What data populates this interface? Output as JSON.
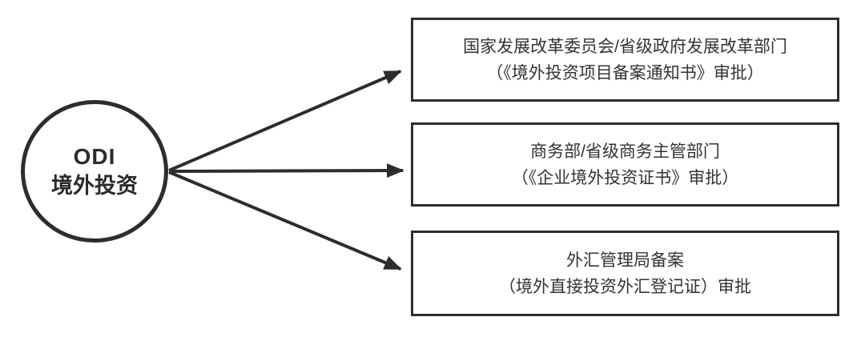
{
  "diagram": {
    "type": "flow-fanout",
    "colors": {
      "stroke": "#2d2d2d",
      "text": "#333333",
      "background": "#ffffff"
    },
    "root": {
      "line1": "ODI",
      "line2": "境外投资"
    },
    "branches": [
      {
        "line1": "国家发展改革委员会/省级政府发展改革部门",
        "line2": "（《境外投资项目备案通知书》审批）"
      },
      {
        "line1": "商务部/省级商务主管部门",
        "line2": "（《企业境外投资证书》审批）"
      },
      {
        "line1": "外汇管理局备案",
        "line2": "（境外直接投资外汇登记证）审批"
      }
    ]
  }
}
